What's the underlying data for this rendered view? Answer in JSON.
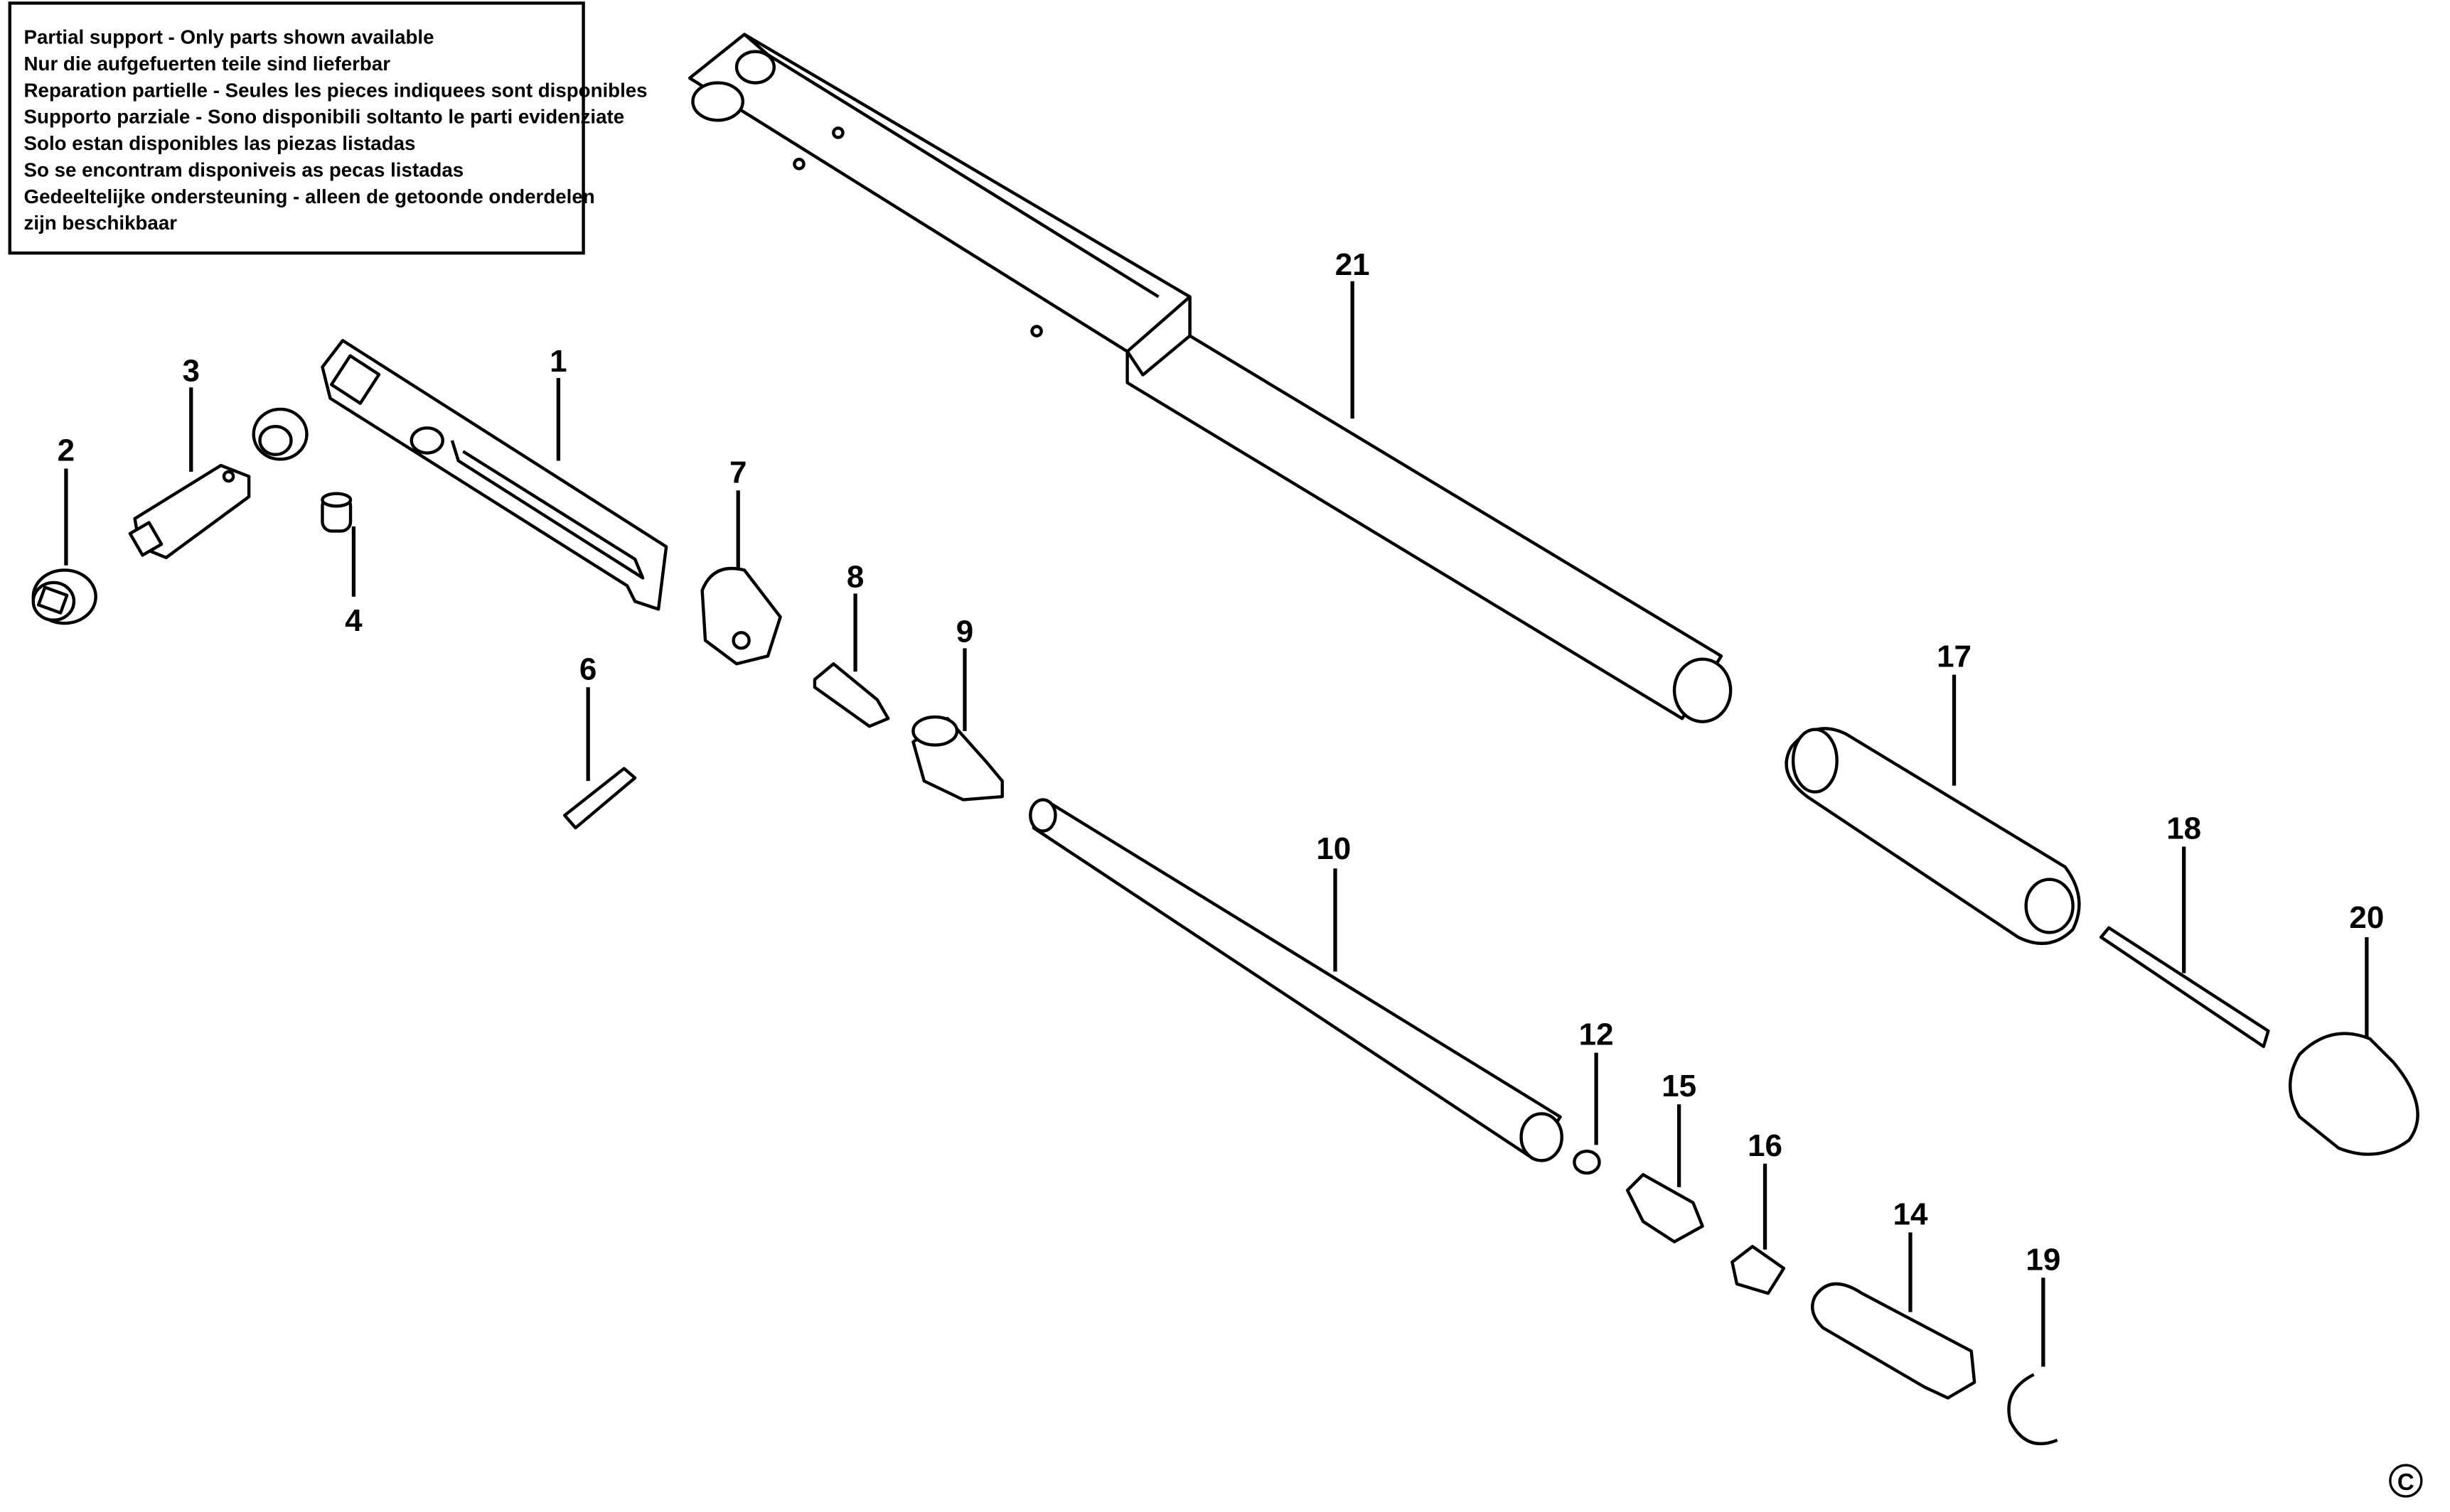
{
  "notice": {
    "lines": [
      "Partial support - Only parts shown available",
      "Nur die aufgefuerten teile sind lieferbar",
      "Reparation partielle - Seules les pieces indiquees sont disponibles",
      "Supporto parziale - Sono disponibili soltanto le parti evidenziate",
      "Solo estan disponibles las piezas listadas",
      "So se encontram disponiveis as pecas listadas",
      "Gedeeltelijke ondersteuning - alleen de getoonde onderdelen",
      "zijn beschikbaar"
    ]
  },
  "parts": {
    "p1": "1",
    "p2": "2",
    "p3": "3",
    "p4": "4",
    "p6": "6",
    "p7": "7",
    "p8": "8",
    "p9": "9",
    "p10": "10",
    "p12": "12",
    "p14": "14",
    "p15": "15",
    "p16": "16",
    "p17": "17",
    "p18": "18",
    "p19": "19",
    "p20": "20",
    "p21": "21"
  },
  "copyright": "C"
}
